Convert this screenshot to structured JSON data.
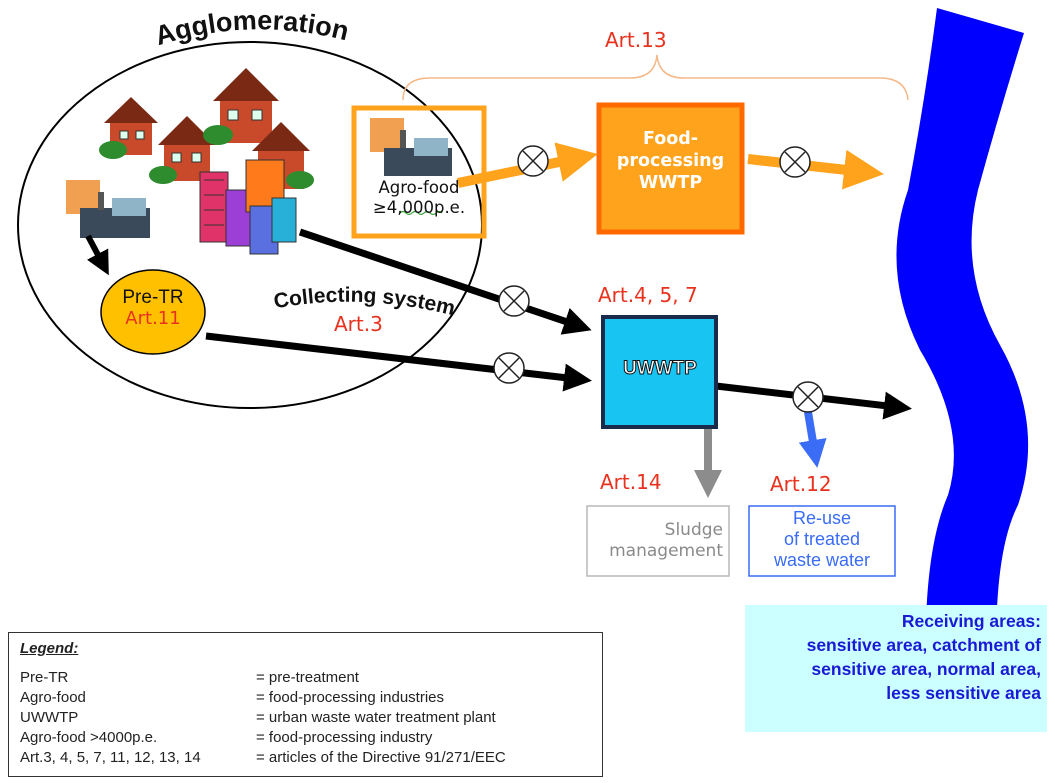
{
  "title": "Agglomeration",
  "collecting_system": "Collecting system",
  "labels": {
    "art3": "Art.3",
    "art11": "Art.11",
    "art13": "Art.13",
    "art457": "Art.4, 5, 7",
    "art14": "Art.14",
    "art12": "Art.12"
  },
  "nodes": {
    "pretr": "Pre-TR",
    "agrofood_line1": "Agro-food",
    "agrofood_line2": "≥4,000p.e.",
    "food_line1": "Food-",
    "food_line2": "processing",
    "food_line3": "WWTP",
    "uwwtp": "UWWTP",
    "sludge_line1": "Sludge",
    "sludge_line2": "management",
    "reuse_line1": "Re-use",
    "reuse_line2": "of treated",
    "reuse_line3": "waste water"
  },
  "receiving": {
    "line1": "Receiving areas:",
    "line2": "sensitive area, catchment of",
    "line3": "sensitive area, normal area,",
    "line4": "less sensitive area"
  },
  "legend": {
    "title": "Legend:",
    "rows": [
      {
        "term": "Pre-TR",
        "def": "= pre-treatment"
      },
      {
        "term": "Agro-food",
        "def": "= food-processing industries"
      },
      {
        "term": "UWWTP",
        "def": "= urban waste water treatment plant"
      },
      {
        "term": "Agro-food >4000p.e.",
        "def": "= food-processing industry"
      },
      {
        "term": "Art.3, 4, 5, 7, 11, 12, 13, 14",
        "def": "= articles of the Directive 91/271/EEC"
      }
    ]
  },
  "colors": {
    "river": "#0000ff",
    "orange": "#ff9f1a",
    "red_text": "#e8321e",
    "uwwtp_fill": "#18c4f2",
    "pretr_fill": "#ffc000",
    "reuse_blue": "#3a6cf5",
    "sludge_grey": "#909090"
  }
}
